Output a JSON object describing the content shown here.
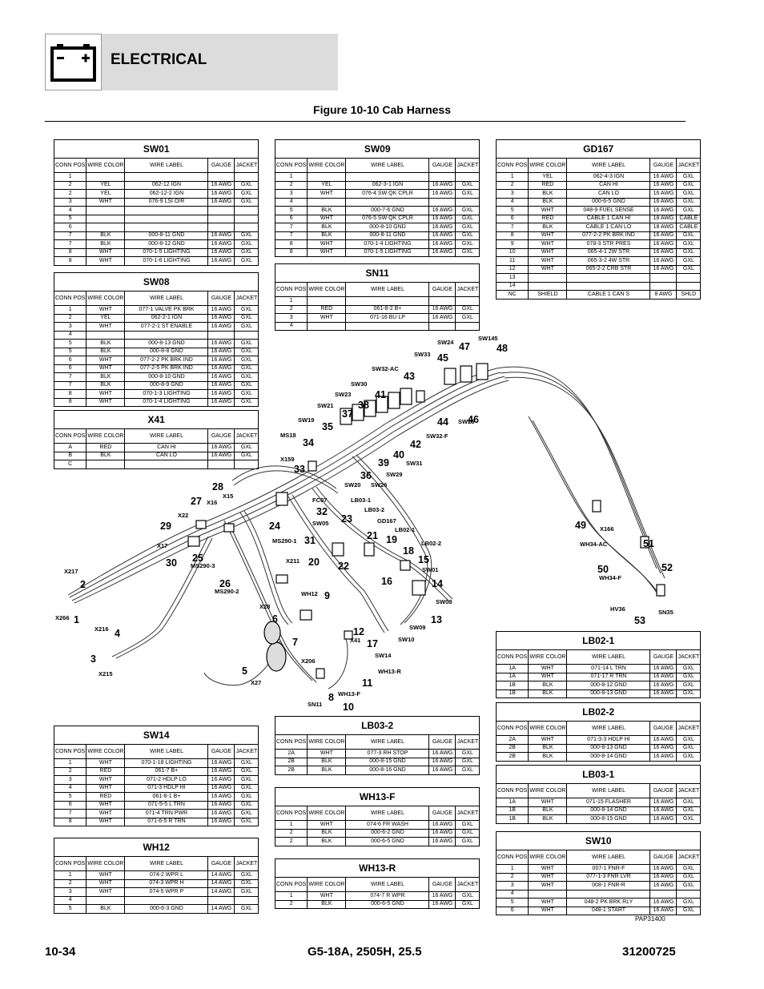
{
  "header": {
    "title": "ELECTRICAL",
    "icon": "battery-icon"
  },
  "figure_title": "Figure 10-10 Cab Harness",
  "col_headers": {
    "conn": "CONN POS",
    "color": "WIRE COLOR",
    "label": "WIRE LABEL",
    "gauge": "GAUGE",
    "jacket": "JACKET"
  },
  "tables": [
    {
      "name": "SW01",
      "rows": [
        [
          "1",
          "",
          "",
          "",
          ""
        ],
        [
          "2",
          "YEL",
          "062-12  IGN",
          "16 AWG",
          "GXL"
        ],
        [
          "2",
          "YEL",
          "062-12-2  IGN",
          "16 AWG",
          "GXL"
        ],
        [
          "3",
          "WHT",
          "076-9  LSI O/R",
          "16 AWG",
          "GXL"
        ],
        [
          "4",
          "",
          "",
          "",
          ""
        ],
        [
          "5",
          "",
          "",
          "",
          ""
        ],
        [
          "6",
          "",
          "",
          "",
          ""
        ],
        [
          "7",
          "BLK",
          "000-8-11  GND",
          "16 AWG",
          "GXL"
        ],
        [
          "7",
          "BLK",
          "000-8-12  GND",
          "16 AWG",
          "GXL"
        ],
        [
          "8",
          "WHT",
          "070-1-5  LIGHTING",
          "16 AWG",
          "GXL"
        ],
        [
          "8",
          "WHT",
          "070-1-6  LIGHTING",
          "16 AWG",
          "GXL"
        ]
      ]
    },
    {
      "name": "SW08",
      "rows": [
        [
          "1",
          "WHT",
          "077-1  VALVE PK BRK",
          "16 AWG",
          "GXL"
        ],
        [
          "2",
          "YEL",
          "062-2-1  IGN",
          "16 AWG",
          "GXL"
        ],
        [
          "3",
          "WHT",
          "077-2-1  ST ENABLE",
          "16 AWG",
          "GXL"
        ],
        [
          "4",
          "",
          "",
          "",
          ""
        ],
        [
          "5",
          "BLK",
          "000-8-13  GND",
          "16 AWG",
          "GXL"
        ],
        [
          "5",
          "BLK",
          "000-8-8  GND",
          "16 AWG",
          "GXL"
        ],
        [
          "6",
          "WHT",
          "077-2-2  PK BRK IND",
          "16 AWG",
          "GXL"
        ],
        [
          "6",
          "WHT",
          "077-2-5  PK BRK IND",
          "16 AWG",
          "GXL"
        ],
        [
          "7",
          "BLK",
          "000-8-10  GND",
          "16 AWG",
          "GXL"
        ],
        [
          "7",
          "BLK",
          "000-8-9  GND",
          "16 AWG",
          "GXL"
        ],
        [
          "8",
          "WHT",
          "070-1-3  LIGHTING",
          "16 AWG",
          "GXL"
        ],
        [
          "8",
          "WHT",
          "070-1-4  LIGHTING",
          "16 AWG",
          "GXL"
        ]
      ]
    },
    {
      "name": "X41",
      "rows": [
        [
          "A",
          "RED",
          "CAN HI",
          "16 AWG",
          "GXL"
        ],
        [
          "B",
          "BLK",
          "CAN LO",
          "16 AWG",
          "GXL"
        ],
        [
          "C",
          "",
          "",
          "",
          ""
        ]
      ]
    },
    {
      "name": "SW09",
      "rows": [
        [
          "1",
          "",
          "",
          "",
          ""
        ],
        [
          "2",
          "YEL",
          "062-3-1  IGN",
          "16 AWG",
          "GXL"
        ],
        [
          "3",
          "WHT",
          "076-4  SW QK CPLR",
          "16 AWG",
          "GXL"
        ],
        [
          "4",
          "",
          "",
          "",
          ""
        ],
        [
          "5",
          "BLK",
          "000-7-6  GND",
          "16 AWG",
          "GXL"
        ],
        [
          "6",
          "WHT",
          "076-5  SW QK CPLR",
          "16 AWG",
          "GXL"
        ],
        [
          "7",
          "BLK",
          "000-8-10  GND",
          "16 AWG",
          "GXL"
        ],
        [
          "7",
          "BLK",
          "000-8-11  GND",
          "16 AWG",
          "GXL"
        ],
        [
          "8",
          "WHT",
          "070-1-4  LIGHTING",
          "16 AWG",
          "GXL"
        ],
        [
          "8",
          "WHT",
          "070-1-5  LIGHTING",
          "16 AWG",
          "GXL"
        ]
      ]
    },
    {
      "name": "SN11",
      "rows": [
        [
          "1",
          "",
          "",
          "",
          ""
        ],
        [
          "2",
          "RED",
          "061-8-2  B+",
          "16 AWG",
          "GXL"
        ],
        [
          "3",
          "WHT",
          "071-16  BU LP",
          "16 AWG",
          "GXL"
        ],
        [
          "4",
          "",
          "",
          "",
          ""
        ]
      ]
    },
    {
      "name": "GD167",
      "rows": [
        [
          "1",
          "YEL",
          "062-4-3  IGN",
          "16 AWG",
          "GXL"
        ],
        [
          "2",
          "RED",
          "CAN HI",
          "16 AWG",
          "GXL"
        ],
        [
          "3",
          "BLK",
          "CAN LO",
          "16 AWG",
          "GXL"
        ],
        [
          "4",
          "BLK",
          "000-6-5  GND",
          "16 AWG",
          "GXL"
        ],
        [
          "5",
          "WHT",
          "048-9  FUEL SENSE",
          "16 AWG",
          "GXL"
        ],
        [
          "6",
          "RED",
          "CABLE 1 CAN HI",
          "18 AWG",
          "CABLE"
        ],
        [
          "7",
          "BLK",
          "CABLE 1 CAN LO",
          "18 AWG",
          "CABLE"
        ],
        [
          "8",
          "WHT",
          "077-2-2  PK BRK IND",
          "16 AWG",
          "GXL"
        ],
        [
          "9",
          "WHT",
          "078-3  STR PRES",
          "16 AWG",
          "GXL"
        ],
        [
          "10",
          "WHT",
          "065-4-1  2W STR",
          "16 AWG",
          "GXL"
        ],
        [
          "11",
          "WHT",
          "065-3-2  4W STR",
          "16 AWG",
          "GXL"
        ],
        [
          "12",
          "WHT",
          "065-2-2  CRB STR",
          "16 AWG",
          "GXL"
        ],
        [
          "13",
          "",
          "",
          "",
          ""
        ],
        [
          "14",
          "",
          "",
          "",
          ""
        ],
        [
          "NC",
          "SHIELD",
          "CABLE 1 CAN S",
          "8 AWG",
          "SHLD"
        ]
      ]
    },
    {
      "name": "SW14",
      "rows": [
        [
          "1",
          "WHT",
          "070-1-18  LIGHTING",
          "16 AWG",
          "GXL"
        ],
        [
          "2",
          "RED",
          "061-7  B+",
          "16 AWG",
          "GXL"
        ],
        [
          "3",
          "WHT",
          "071-2  HDLP LO",
          "16 AWG",
          "GXL"
        ],
        [
          "4",
          "WHT",
          "071-3  HDLP HI",
          "16 AWG",
          "GXL"
        ],
        [
          "5",
          "RED",
          "061-8-1  B+",
          "16 AWG",
          "GXL"
        ],
        [
          "6",
          "WHT",
          "071-5-5  L TRN",
          "16 AWG",
          "GXL"
        ],
        [
          "7",
          "WHT",
          "071-4  TRN PWR",
          "16 AWG",
          "GXL"
        ],
        [
          "8",
          "WHT",
          "071-6-5  R TRN",
          "16 AWG",
          "GXL"
        ]
      ]
    },
    {
      "name": "WH12",
      "rows": [
        [
          "1",
          "WHT",
          "074-2  WPR L",
          "14 AWG",
          "GXL"
        ],
        [
          "2",
          "WHT",
          "074-3  WPR H",
          "14 AWG",
          "GXL"
        ],
        [
          "3",
          "WHT",
          "074-5  WPR P",
          "14 AWG",
          "GXL"
        ],
        [
          "4",
          "",
          "",
          "",
          ""
        ],
        [
          "5",
          "BLK",
          "000-6-3  GND",
          "14 AWG",
          "GXL"
        ]
      ]
    },
    {
      "name": "LB03-2",
      "rows": [
        [
          "2A",
          "WHT",
          "077-3  RH STOP",
          "16 AWG",
          "GXL"
        ],
        [
          "2B",
          "BLK",
          "000-8-15 GND",
          "16 AWG",
          "GXL"
        ],
        [
          "2B",
          "BLK",
          "000-8-16 GND",
          "16 AWG",
          "GXL"
        ]
      ]
    },
    {
      "name": "WH13-F",
      "rows": [
        [
          "1",
          "WHT",
          "074-6  FR WASH",
          "16 AWG",
          "GXL"
        ],
        [
          "2",
          "BLK",
          "000-6-2  GND",
          "16 AWG",
          "GXL"
        ],
        [
          "2",
          "BLK",
          "000-6-5  GND",
          "16 AWG",
          "GXL"
        ]
      ]
    },
    {
      "name": "WH13-R",
      "rows": [
        [
          "1",
          "WHT",
          "074-7  R WPR",
          "16 AWG",
          "GXL"
        ],
        [
          "2",
          "BLK",
          "000-6-5  GND",
          "16 AWG",
          "GXL"
        ]
      ]
    },
    {
      "name": "LB02-1",
      "rows": [
        [
          "1A",
          "WHT",
          "071-14  L TRN",
          "16 AWG",
          "GXL"
        ],
        [
          "1A",
          "WHT",
          "071-17  R TRN",
          "16 AWG",
          "GXL"
        ],
        [
          "1B",
          "BLK",
          "000-8-12  GND",
          "16 AWG",
          "GXL"
        ],
        [
          "1B",
          "BLK",
          "000-8-13  GND",
          "16 AWG",
          "GXL"
        ]
      ]
    },
    {
      "name": "LB02-2",
      "rows": [
        [
          "2A",
          "WHT",
          "071-3-3  HDLP HI",
          "16 AWG",
          "GXL"
        ],
        [
          "2B",
          "BLK",
          "000-8-13  GND",
          "16 AWG",
          "GXL"
        ],
        [
          "2B",
          "BLK",
          "000-8-14  GND",
          "16 AWG",
          "GXL"
        ]
      ]
    },
    {
      "name": "LB03-1",
      "rows": [
        [
          "1A",
          "WHT",
          "071-15 FLASHER",
          "16 AWG",
          "GXL"
        ],
        [
          "1B",
          "BLK",
          "000-8-14 GND",
          "16 AWG",
          "GXL"
        ],
        [
          "1B",
          "BLK",
          "000-8-15 GND",
          "16 AWG",
          "GXL"
        ]
      ]
    },
    {
      "name": "SW10",
      "rows": [
        [
          "1",
          "WHT",
          "007-1  FNR-F",
          "16 AWG",
          "GXL"
        ],
        [
          "2",
          "WHT",
          "077-1-3  FNR LVR",
          "16 AWG",
          "GXL"
        ],
        [
          "3",
          "WHT",
          "008-1  FNR-R",
          "16 AWG",
          "GXL"
        ],
        [
          "4",
          "",
          "",
          "",
          ""
        ],
        [
          "5",
          "WHT",
          "048-2  PK BRK RLY",
          "16 AWG",
          "GXL"
        ],
        [
          "6",
          "WHT",
          "048-1  START",
          "16 AWG",
          "GXL"
        ]
      ]
    }
  ],
  "diagram": {
    "connector_labels": [
      "SW145",
      "SW24",
      "SW33",
      "SW32-AC",
      "SW30",
      "SW23",
      "SW21",
      "SW19",
      "MS18",
      "X159",
      "SW20",
      "SW26",
      "SW29",
      "SW31",
      "SW32-F",
      "SW25",
      "X16",
      "X15",
      "FC07",
      "LB03-1",
      "LB03-2",
      "GD167",
      "LB02-1",
      "LB02-2",
      "X22",
      "X17",
      "SW05",
      "MS290-1",
      "MS290-3",
      "MS290-2",
      "X211",
      "SW01",
      "SW08",
      "X217",
      "X266",
      "X216",
      "X215",
      "X28",
      "WH12",
      "X41",
      "X206",
      "SW09",
      "SW10",
      "SW14",
      "WH13-R",
      "WH13-F",
      "X27",
      "SN11",
      "X166",
      "WH34-AC",
      "WH34-F",
      "HV36",
      "SN35"
    ],
    "callouts": [
      "1",
      "2",
      "3",
      "4",
      "5",
      "6",
      "7",
      "8",
      "9",
      "10",
      "11",
      "12",
      "13",
      "14",
      "15",
      "16",
      "17",
      "18",
      "19",
      "20",
      "21",
      "22",
      "23",
      "24",
      "25",
      "26",
      "27",
      "28",
      "29",
      "30",
      "31",
      "32",
      "33",
      "34",
      "35",
      "36",
      "37",
      "38",
      "39",
      "40",
      "41",
      "42",
      "43",
      "44",
      "45",
      "46",
      "47",
      "48",
      "49",
      "50",
      "51",
      "52",
      "53"
    ]
  },
  "figure_id": "PAP31400",
  "footer": {
    "page": "10-34",
    "model": "G5-18A, 2505H, 25.5",
    "part": "31200725"
  }
}
